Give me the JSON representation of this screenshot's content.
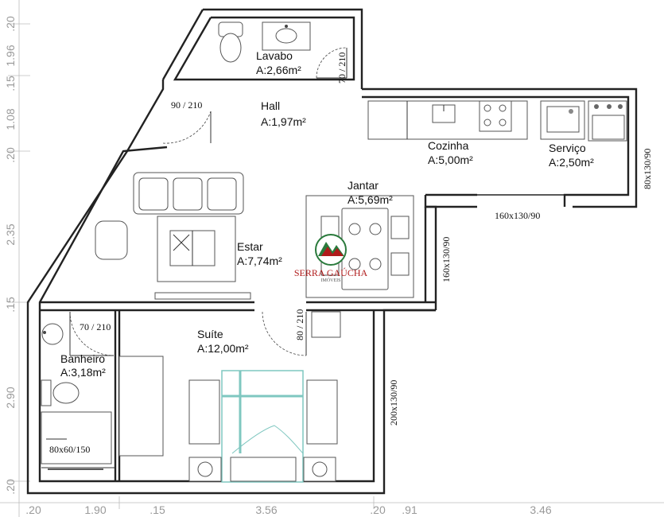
{
  "rooms": {
    "lavabo": {
      "name": "Lavabo",
      "area": "A:2,66m²"
    },
    "hall": {
      "name": "Hall",
      "area": "A:1,97m²"
    },
    "cozinha": {
      "name": "Cozinha",
      "area": "A:5,00m²"
    },
    "servico": {
      "name": "Serviço",
      "area": "A:2,50m²"
    },
    "jantar": {
      "name": "Jantar",
      "area": "A:5,69m²"
    },
    "estar": {
      "name": "Estar",
      "area": "A:7,74m²"
    },
    "suite": {
      "name": "Suíte",
      "area": "A:12,00m²"
    },
    "banheiro": {
      "name": "Banheiro",
      "area": "A:3,18m²"
    }
  },
  "doors": {
    "lavabo": "70 / 210",
    "hall": "90 / 210",
    "banheiro": "70 / 210",
    "suite": "80 / 210"
  },
  "windows": {
    "servico": "80x130/90",
    "cozinha": "160x130/90",
    "jantar": "160x130/90",
    "suite": "200x130/90",
    "banheiro": "80x60/150"
  },
  "dims_left": [
    ".20",
    "1.96",
    ".15",
    "1.08",
    ".20",
    "2.35",
    ".15",
    "2.90",
    ".20"
  ],
  "dims_bottom": [
    ".20",
    "1.90",
    ".15",
    "3.56",
    ".20",
    ".91",
    "3.46"
  ],
  "logo": {
    "name": "SERRA GAÚCHA",
    "sub": "IMÓVEIS"
  }
}
